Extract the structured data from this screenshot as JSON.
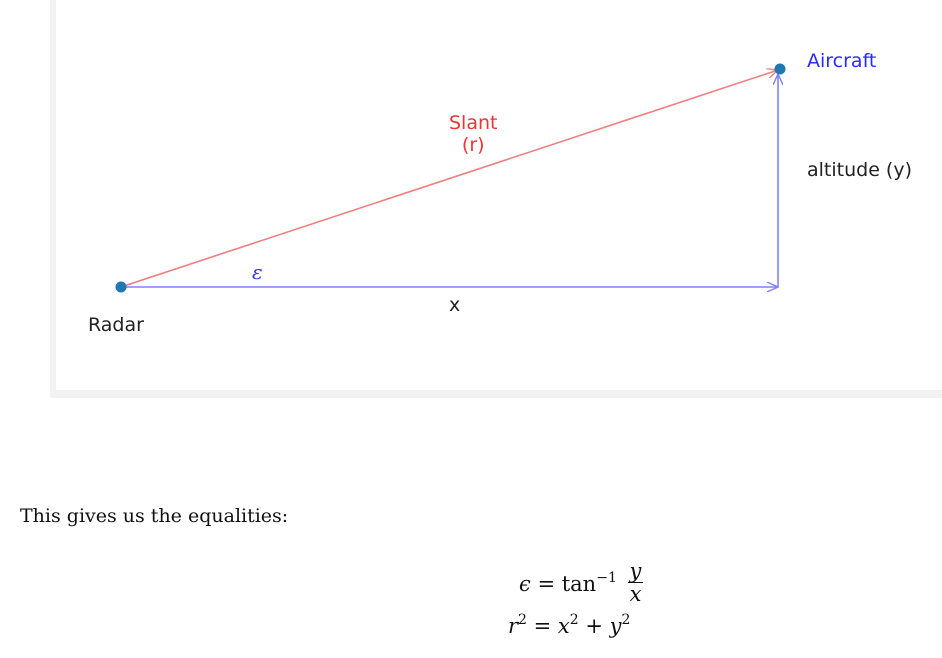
{
  "diagram": {
    "aircraft_label": "Aircraft",
    "slant_label_line1": "Slant",
    "slant_label_line2": "(r)",
    "altitude_label": "altitude (y)",
    "angle_label": "ε",
    "x_label": "x",
    "radar_label": "Radar",
    "colors": {
      "slant_line": "#f08080",
      "axis_lines": "#8080ff",
      "points": "#1f77b4",
      "aircraft_text": "#2b2bff",
      "slant_text": "#ee3333"
    }
  },
  "text": {
    "intro": "This gives us the equalities:"
  },
  "equations": {
    "eq1_lhs": "ϵ",
    "eq1_equals": "= tan",
    "eq1_power": "−1",
    "eq1_num": "y",
    "eq1_den": "x",
    "eq2_r": "r",
    "eq2_r_power": "2",
    "eq2_equals": " = ",
    "eq2_x": "x",
    "eq2_x_power": "2",
    "eq2_plus": " + ",
    "eq2_y": "y",
    "eq2_y_power": "2"
  }
}
